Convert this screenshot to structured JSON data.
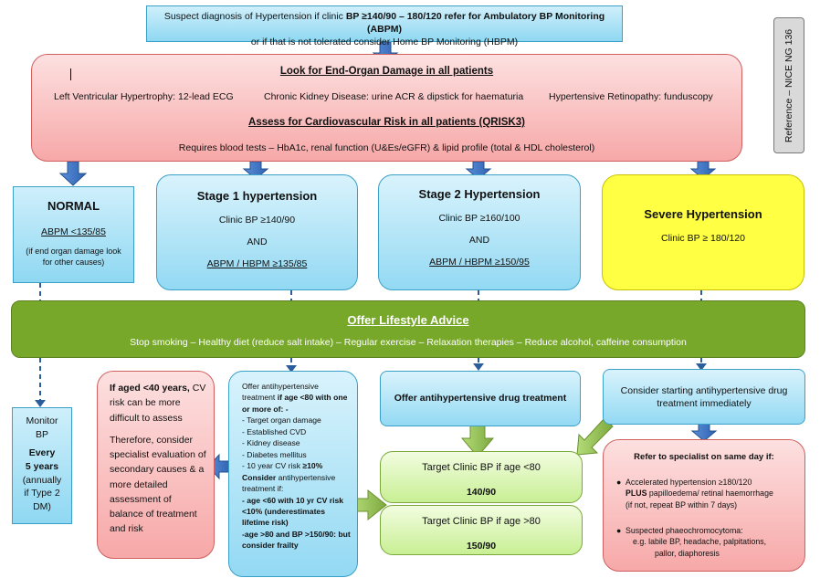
{
  "top": {
    "line1_a": "Suspect diagnosis of Hypertension if clinic ",
    "line1_b": "BP ≥140/90 – 180/120 refer for Ambulatory BP Monitoring (ABPM)",
    "line2": "or if that is not tolerated consider Home BP Monitoring (HBPM)"
  },
  "reference": "Reference – NICE  NG 136",
  "assess": {
    "heading1": "Look for End-Organ Damage in all patients",
    "item1": "Left Ventricular Hypertrophy: 12-lead ECG",
    "item2": "Chronic Kidney Disease: urine ACR & dipstick for haematuria",
    "item3": "Hypertensive Retinopathy: funduscopy",
    "heading2": "Assess for Cardiovascular Risk in all patients (QRISK3)",
    "blood": "Requires blood tests – HbA1c, renal function (U&Es/eGFR) & lipid profile (total & HDL cholesterol)"
  },
  "normal": {
    "title": "NORMAL",
    "abpm": "ABPM <135/85",
    "note": "(if end organ damage look for other causes)"
  },
  "stage1": {
    "title": "Stage 1 hypertension",
    "clinic": "Clinic BP ≥140/90",
    "and": "AND",
    "abpm": "ABPM / HBPM ≥135/85"
  },
  "stage2": {
    "title": "Stage 2 Hypertension",
    "clinic": "Clinic BP ≥160/100",
    "and": "AND",
    "abpm": "ABPM / HBPM ≥150/95"
  },
  "severe": {
    "title": "Severe Hypertension",
    "clinic": "Clinic BP ≥ 180/120"
  },
  "lifestyle": {
    "title": "Offer Lifestyle Advice",
    "text": "Stop smoking – Healthy diet (reduce salt intake) – Regular exercise – Relaxation therapies – Reduce alcohol, caffeine consumption"
  },
  "monitor": {
    "l1": "Monitor",
    "l2": "BP",
    "l3": "Every",
    "l4": "5 years",
    "l5": "(annually",
    "l6": "if Type 2",
    "l7": "DM)"
  },
  "young": {
    "p1_bold": "If aged <40 years,",
    "p1_rest": " CV risk can be more difficult to assess",
    "p2": "Therefore, consider specialist evaluation of secondary causes & a more detailed assessment of balance of treatment and risk"
  },
  "offer": {
    "l1": "Offer antihypertensive",
    "l2a": "treatment ",
    "l2b": "if age <80 with one or more of: -",
    "items": [
      "- Target organ damage",
      "- Established CVD",
      "-  Kidney disease",
      "- Diabetes mellitus"
    ],
    "risk_a": "- 10 year CV risk ",
    "risk_b": "≥10%",
    "consider_a": "Consider",
    "consider_b": " antihypertensive treatment if:",
    "c1": "- age <60 with 10 yr CV risk <10% (underestimates lifetime risk)",
    "c2": "-age >80 and BP >150/90: but consider frailty"
  },
  "offer_drug": "Offer antihypertensive drug treatment",
  "consider_start": "Consider starting antihypertensive drug treatment immediately",
  "target1": {
    "label": "Target Clinic BP if age <80",
    "value": "140/90"
  },
  "target2": {
    "label": "Target Clinic BP if age >80",
    "value": "150/90"
  },
  "specialist": {
    "title": "Refer to specialist on same day if",
    "colon": ":",
    "b1": "Accelerated hypertension ≥180/120",
    "b1_plus": "PLUS",
    "b1_rest": " papilloedema/ retinal haemorrhage",
    "b1_note": "(if not, repeat BP within 7 days)",
    "b2": "Suspected phaeochromocytoma:",
    "b2_note1": "e.g. labile BP, headache, palpitations,",
    "b2_note2": "pallor, diaphoresis"
  },
  "colors": {
    "arrow_blue": "#3a6fbf",
    "arrow_green": "#8cbb4a",
    "lifestyle_green": "#77a82a",
    "severe_yellow": "#ffff44"
  }
}
